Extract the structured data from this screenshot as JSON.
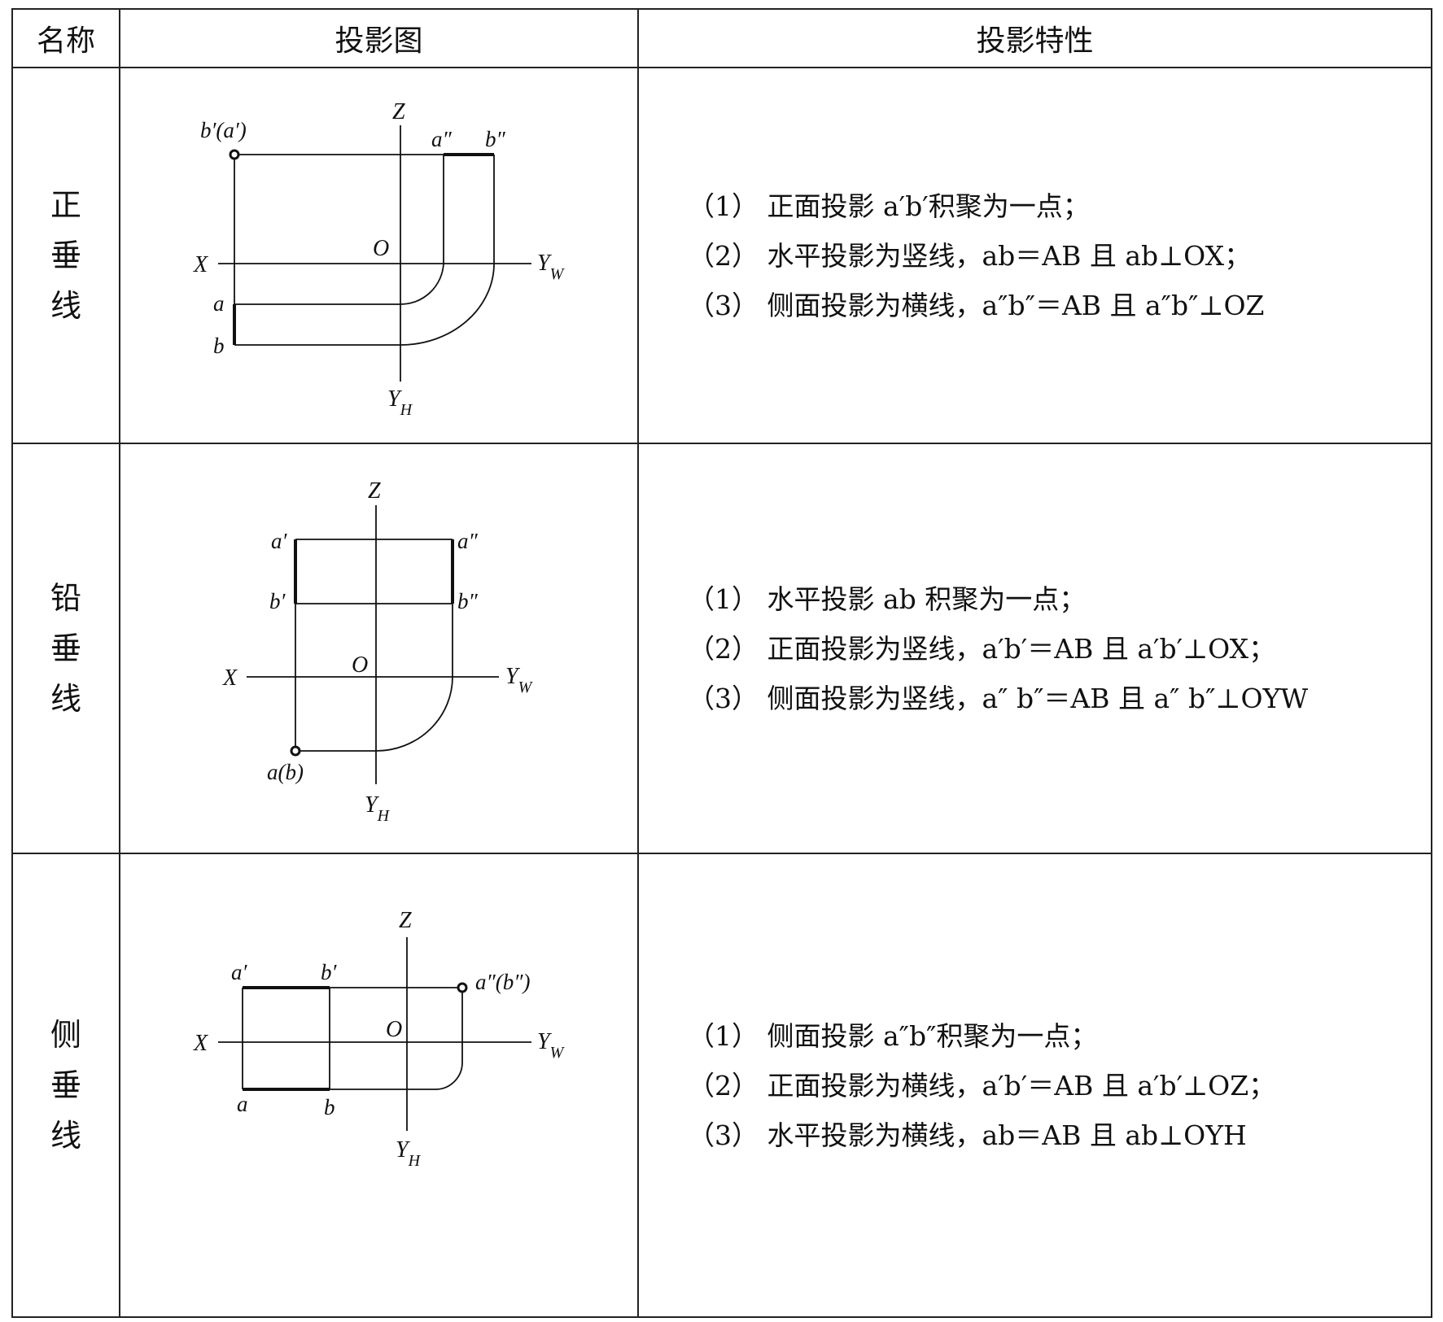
{
  "header": {
    "col_name": "名称",
    "col_figure": "投影图",
    "col_props": "投影特性"
  },
  "rows": [
    {
      "name_chars": [
        "正",
        "垂",
        "线"
      ],
      "figure_labels": {
        "z": "Z",
        "x": "X",
        "o": "O",
        "yw": "YW",
        "yh": "YH",
        "p1": "b′(a′)",
        "p2": "a″",
        "p3": "b″",
        "p4": "a",
        "p5": "b"
      },
      "props": [
        "（1） 正面投影 a′b′积聚为一点；",
        "（2） 水平投影为竖线，ab＝AB 且 ab⊥OX；",
        "（3） 侧面投影为横线，a″b″＝AB 且 a″b″⊥OZ"
      ]
    },
    {
      "name_chars": [
        "铅",
        "垂",
        "线"
      ],
      "figure_labels": {
        "z": "Z",
        "x": "X",
        "o": "O",
        "yw": "YW",
        "yh": "YH",
        "p1": "a′",
        "p2": "a″",
        "p3": "b′",
        "p4": "b″",
        "p5": "a(b)"
      },
      "props": [
        "（1） 水平投影 ab 积聚为一点；",
        "（2） 正面投影为竖线，a′b′＝AB 且 a′b′⊥OX；",
        "（3） 侧面投影为竖线，a″ b″＝AB 且 a″ b″⊥OYW"
      ]
    },
    {
      "name_chars": [
        "侧",
        "垂",
        "线"
      ],
      "figure_labels": {
        "z": "Z",
        "x": "X",
        "o": "O",
        "yw": "YW",
        "yh": "YH",
        "p1": "a′",
        "p2": "b′",
        "p3": "a″(b″)",
        "p4": "a",
        "p5": "b"
      },
      "props": [
        "（1） 侧面投影 a″b″积聚为一点；",
        "（2） 正面投影为横线，a′b′＝AB 且 a′b′⊥OZ；",
        "（3） 水平投影为横线，ab＝AB 且 ab⊥OYH"
      ]
    }
  ]
}
